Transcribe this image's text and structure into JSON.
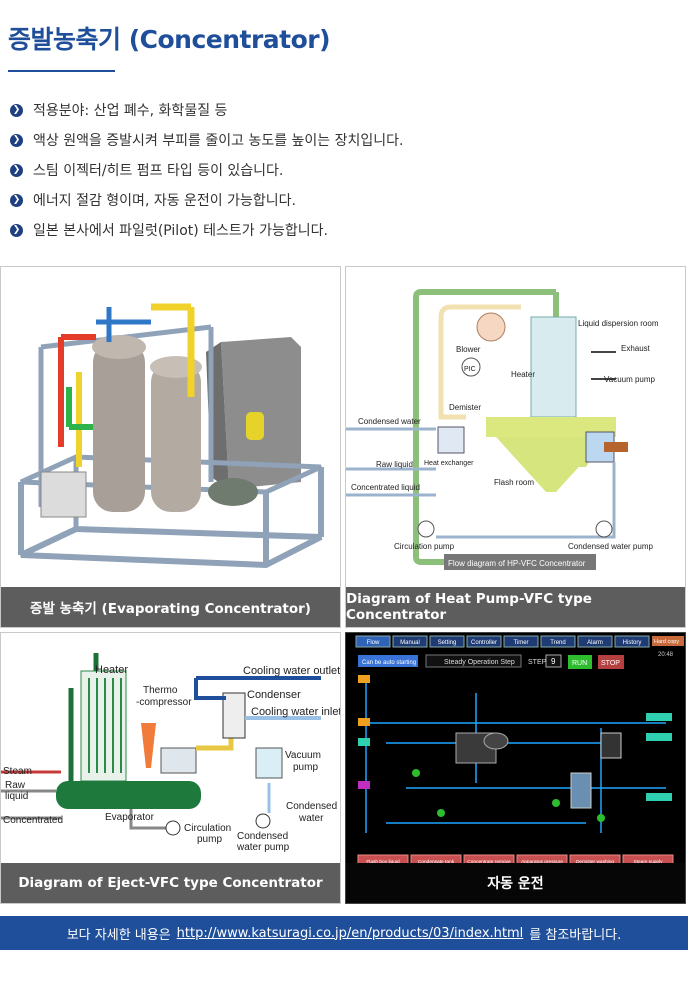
{
  "title": "증발농축기 (Concentrator)",
  "bullets": [
    "적용분야:  산업 폐수, 화학물질 등",
    "액상 원액을 증발시켜 부피를 줄이고 농도를 높이는 장치입니다.",
    "스팀 이젝터/히트 펌프 타입 등이 있습니다.",
    "에너지 절감 형이며,  자동 운전이 가능합니다.",
    "일본 본사에서 파일럿(Pilot) 테스트가 가능합니다."
  ],
  "cards": {
    "evaporating": {
      "caption": "증발 농축기 (Evaporating Concentrator)"
    },
    "heat_pump": {
      "caption": "Diagram of Heat Pump-VFC type Concentrator",
      "labels": {
        "liquid_dispersion_room": "Liquid dispersion room",
        "blower": "Blower",
        "pic": "PIC",
        "heater": "Heater",
        "exhaust": "Exhaust",
        "vacuum_pump": "Vacuum pump",
        "demister": "Demister",
        "condensed_water": "Condensed water",
        "raw_liquid": "Raw liquid",
        "heat_exchanger": "Heat exchanger",
        "flash_room": "Flash room",
        "concentrated_liquid": "Concentrated liquid",
        "circulation_pump": "Circulation pump",
        "condensed_water_pump": "Condensed water pump",
        "flow_diagram": "Flow diagram of HP-VFC Concentrator"
      }
    },
    "eject": {
      "caption": "Diagram of Eject-VFC type Concentrator",
      "labels": {
        "heater": "Heater",
        "cooling_water_outlet": "Cooling water outlet",
        "thermo": "Thermo",
        "compressor": "-compressor",
        "condenser": "Condenser",
        "cooling_water_inlet": "Cooling water inlet",
        "vacuum": "Vacuum",
        "pump": "pump",
        "steam": "Steam",
        "raw": "Raw",
        "liquid": "liquid",
        "evaporator": "Evaporator",
        "condensed": "Condensed",
        "water": "water",
        "concentrated": "Concentrated",
        "circulation": "Circulation",
        "circ_pump": "pump",
        "condensed_water": "Condensed",
        "water_pump": "water pump"
      }
    },
    "auto": {
      "caption": "자동 운전",
      "tabs": [
        "Flow",
        "Manual",
        "Setting",
        "Controller",
        "Timer",
        "Trend",
        "Alarm",
        "History"
      ],
      "hard_copy": "Hard copy",
      "time": "20:48",
      "auto_start": "Can be auto starting",
      "status": "Steady Operation Step",
      "step_label": "STEP",
      "step_value": "9",
      "run": "RUN",
      "stop": "STOP",
      "bottom_buttons": [
        "Flash box liquid",
        "Condensate tank",
        "Concentrate remove",
        "Apparatus pressure",
        "Demister washing",
        "Steam supply"
      ],
      "colors": {
        "tab": "#1e3b73",
        "run": "#2ebd2e",
        "stop": "#b54040",
        "pipe": "#1da7ff",
        "bottom": "#c85050"
      }
    }
  },
  "footer": {
    "prefix": "보다 자세한 내용은",
    "link": "http://www.katsuragi.co.jp/en/products/03/index.html",
    "suffix": "를 참조바랍니다."
  }
}
